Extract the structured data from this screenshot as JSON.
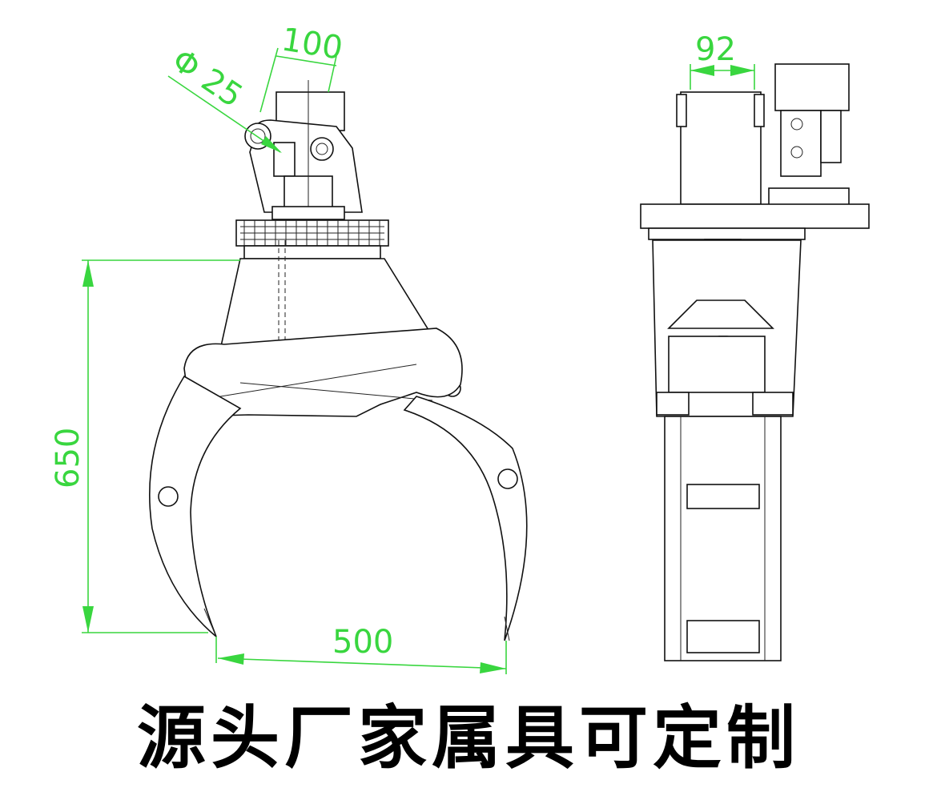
{
  "dimensions": {
    "pin_diameter": "Φ 25",
    "top_width": "100",
    "side_width": "92",
    "height": "650",
    "jaw_span": "500"
  },
  "caption": "源头厂家属具可定制",
  "colors": {
    "dimension": "#39d63f",
    "linework": "#111111",
    "caption": "#000000"
  }
}
